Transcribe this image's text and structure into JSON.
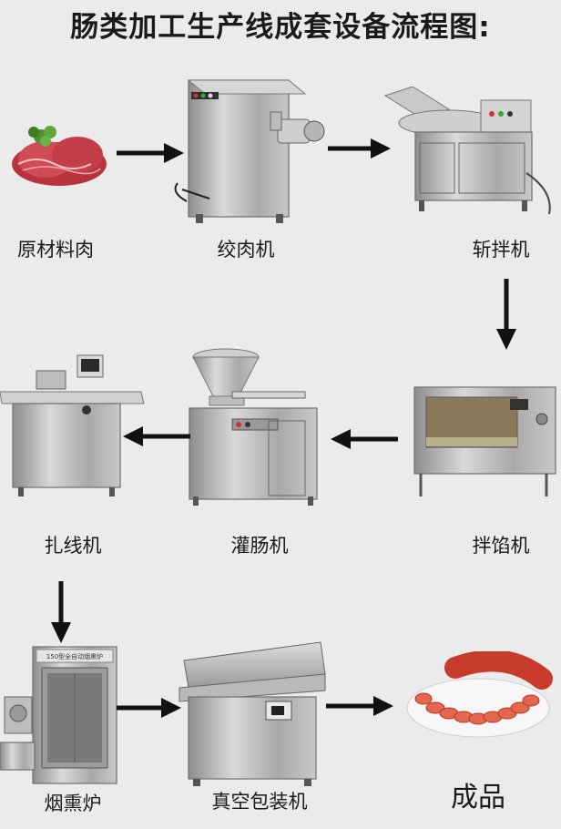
{
  "title": "肠类加工生产线成套设备流程图:",
  "steps": [
    {
      "label": "原材料肉"
    },
    {
      "label": "绞肉机"
    },
    {
      "label": "斩拌机"
    },
    {
      "label": "拌馅机"
    },
    {
      "label": "灌肠机"
    },
    {
      "label": "扎线机"
    },
    {
      "label": "烟熏炉"
    },
    {
      "label": "真空包装机"
    },
    {
      "label": "成品"
    }
  ],
  "smoker_plate_text": "150型全自动烟熏炉",
  "colors": {
    "arrow": "#111111",
    "steel": "#b9b9b9",
    "background": "#ebebeb"
  }
}
